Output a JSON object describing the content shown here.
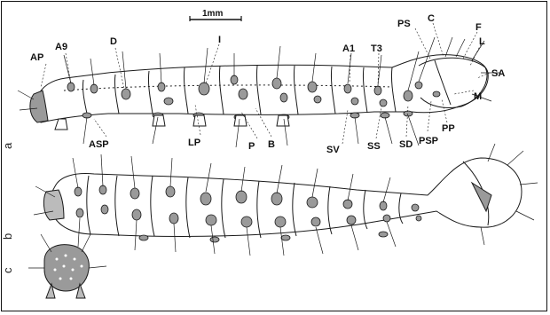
{
  "scale_bar": "1mm",
  "panels": [
    "a",
    "b",
    "c"
  ],
  "labels": {
    "AP": "AP",
    "A9": "A9",
    "D": "D",
    "I": "I",
    "A1": "A1",
    "T3": "T3",
    "PS": "PS",
    "C": "C",
    "F": "F",
    "L": "L",
    "SA": "SA",
    "M": "M",
    "PP": "PP",
    "PSP": "PSP",
    "SD": "SD",
    "SS": "SS",
    "SV": "SV",
    "B": "B",
    "P": "P",
    "LP": "LP",
    "ASP": "ASP"
  },
  "colors": {
    "ink": "#1a1a1a",
    "pinaculum": "#9a9a9a",
    "body": "#ffffff"
  }
}
